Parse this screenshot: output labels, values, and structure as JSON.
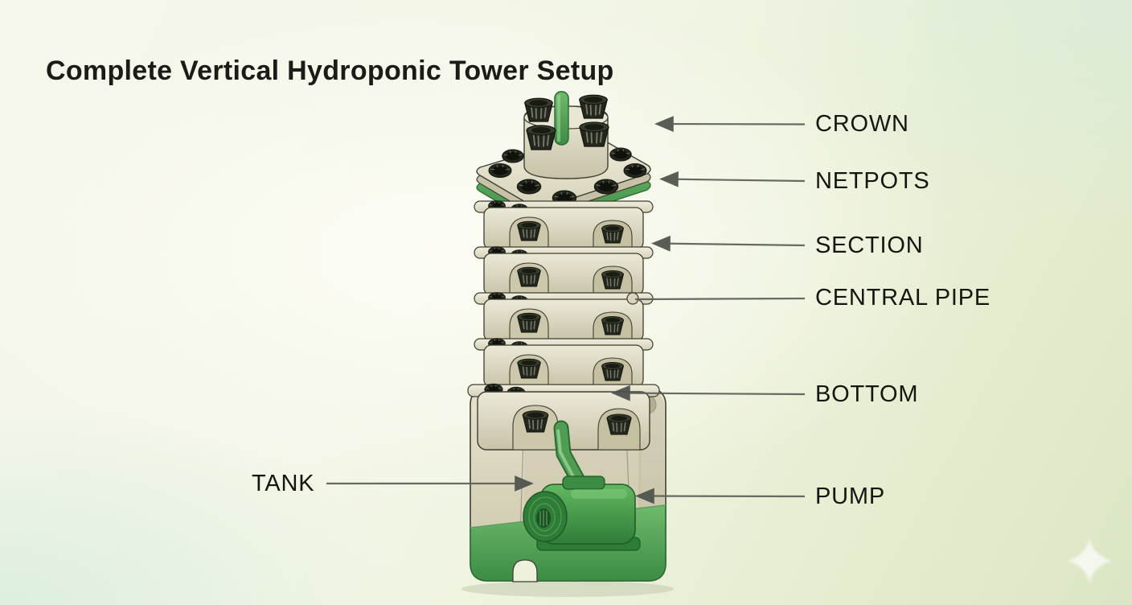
{
  "title": "Complete Vertical Hydroponic Tower Setup",
  "diagram": {
    "subject": "Cutaway 3D render of a stacked vertical hydroponic tower with pump and reservoir",
    "callouts": {
      "crown": "CROWN",
      "netpots": "NETPOTS",
      "section": "SECTION",
      "central_pipe": "CENTRAL PIPE",
      "bottom": "BOTTOM",
      "tank": "TANK",
      "pump": "PUMP"
    }
  },
  "colors": {
    "accent_green": "#4f9d52",
    "dark_green": "#2c6a34",
    "body_beige": "#d8d4bc",
    "netpot_black": "#23271d",
    "label_text": "#15160f",
    "arrow_gray": "#5a5f58",
    "background_center": "#f6f7ec",
    "background_mint": "#d8ecdb",
    "background_olive": "#dbe6c5"
  },
  "watermark_icon": "sparkle-icon"
}
